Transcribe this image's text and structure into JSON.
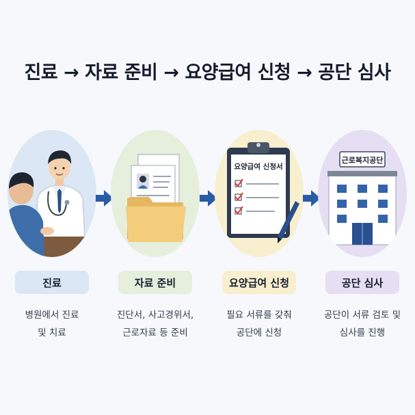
{
  "title": "진료 → 자료 준비 → 요양급여 신청 → 공단 심사",
  "colors": {
    "blue_bg": "#dbe7f5",
    "green_bg": "#e5efdc",
    "yellow_bg": "#f8efcf",
    "purple_bg": "#e6def3",
    "arrow": "#2a5ba7"
  },
  "steps": [
    {
      "label": "진료",
      "desc": [
        "병원에서 진료",
        "및 치료"
      ],
      "icon": "doctor-patient-icon"
    },
    {
      "label": "자료 준비",
      "desc": [
        "진단서, 사고경위서,",
        "근로자료 등 준비"
      ],
      "icon": "document-folder-icon"
    },
    {
      "label": "요양급여 신청",
      "desc": [
        "필요 서류를 갖춰",
        "공단에 신청"
      ],
      "form_title": "요양급여 신청서",
      "icon": "clipboard-form-icon"
    },
    {
      "label": "공단 심사",
      "desc": [
        "공단이 서류 검토 및",
        "심사를 진행"
      ],
      "sign": "근로복지공단",
      "icon": "office-building-icon"
    }
  ]
}
